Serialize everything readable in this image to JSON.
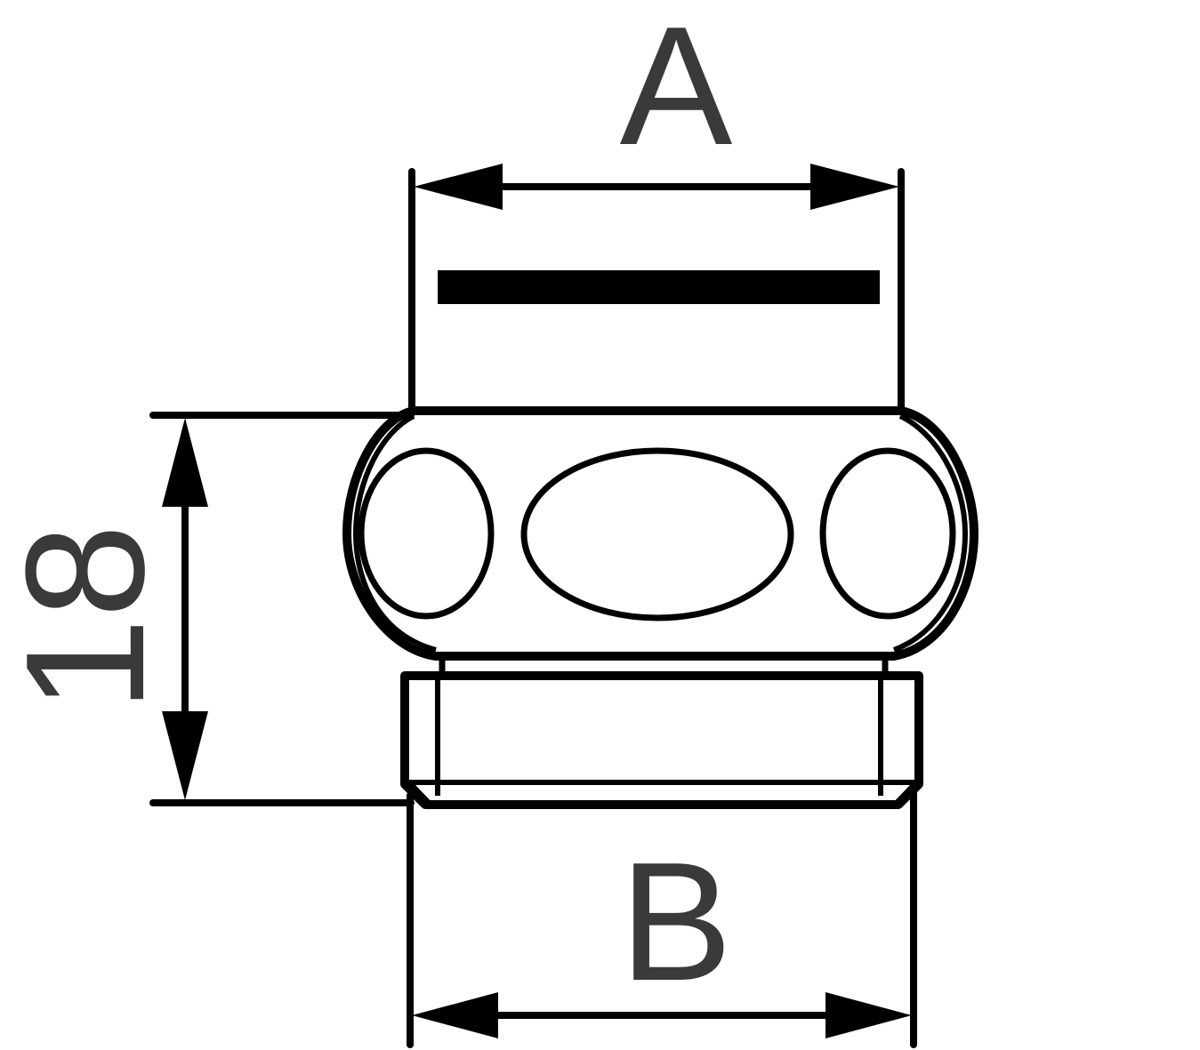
{
  "diagram": {
    "stroke_color": "#000000",
    "label_color": "#3a3a3a",
    "background": "#ffffff",
    "labels": {
      "top_width": "A",
      "bottom_width": "B",
      "height": "18"
    }
  }
}
